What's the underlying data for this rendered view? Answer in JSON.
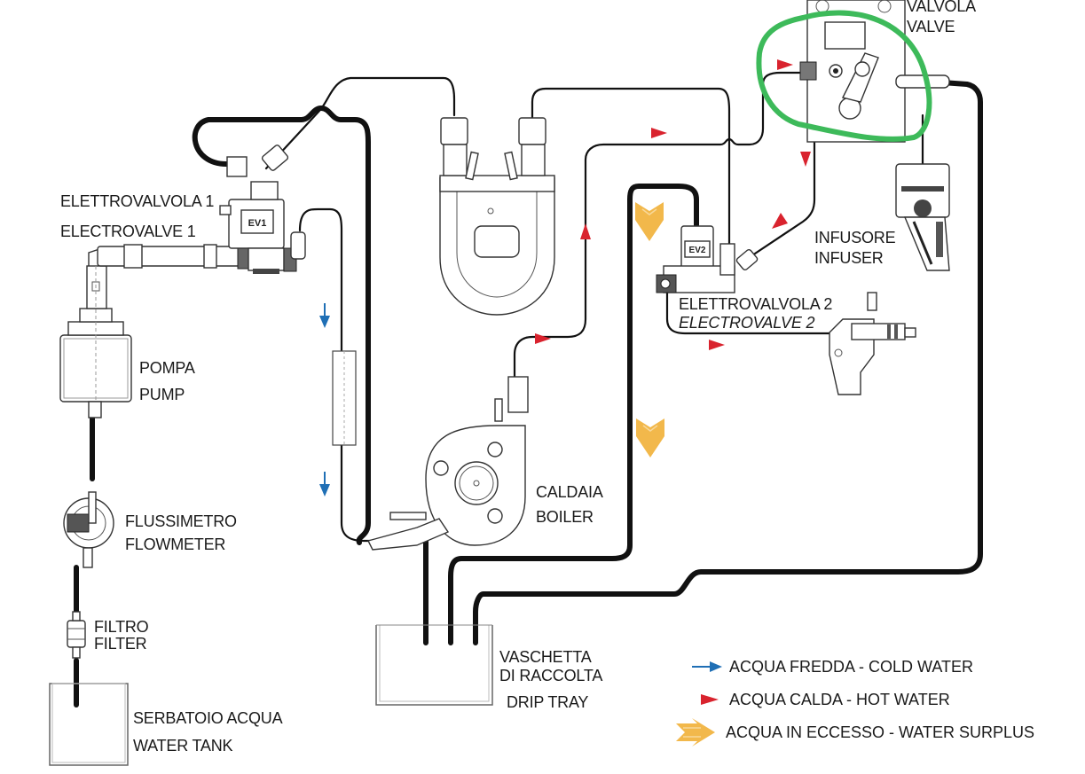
{
  "diagram": {
    "type": "hydraulic-circuit",
    "description": "Espresso machine water circuit schematic"
  },
  "components": {
    "valve": {
      "line1": "VALVOLA",
      "line2": "VALVE"
    },
    "electrovalve1": {
      "line1": "ELETTROVALVOLA 1",
      "line2": "ELECTROVALVE 1",
      "badge": "EV1"
    },
    "electrovalve2": {
      "line1": "ELETTROVALVOLA 2",
      "line2": "ELECTROVALVE 2",
      "badge": "EV2"
    },
    "infuser": {
      "line1": "INFUSORE",
      "line2": "INFUSER"
    },
    "pump": {
      "line1": "POMPA",
      "line2": "PUMP"
    },
    "flowmeter": {
      "line1": "FLUSSIMETRO",
      "line2": "FLOWMETER"
    },
    "filter": {
      "line1": "FILTRO",
      "line2": "FILTER"
    },
    "water_tank": {
      "line1": "SERBATOIO ACQUA",
      "line2": "WATER TANK"
    },
    "boiler": {
      "line1": "CALDAIA",
      "line2": "BOILER"
    },
    "drip_tray": {
      "line1": "VASCHETTA",
      "line2": "DI RACCOLTA",
      "line3": "DRIP TRAY"
    }
  },
  "legend": [
    {
      "symbol": "blue-arrow",
      "label": "ACQUA FREDDA - COLD WATER",
      "color": "#1f6fb5"
    },
    {
      "symbol": "red-triangle",
      "label": "ACQUA CALDA - HOT WATER",
      "color": "#d9232e"
    },
    {
      "symbol": "yellow-chevron-arrow",
      "label": "ACQUA IN ECCESSO - WATER SURPLUS",
      "color": "#f2b84b"
    }
  ],
  "annotation": {
    "highlight": "valve",
    "color": "#3dba5a"
  },
  "colors": {
    "cold": "#1f6fb5",
    "hot": "#d9232e",
    "surplus": "#f2b84b",
    "highlight": "#3dba5a"
  }
}
